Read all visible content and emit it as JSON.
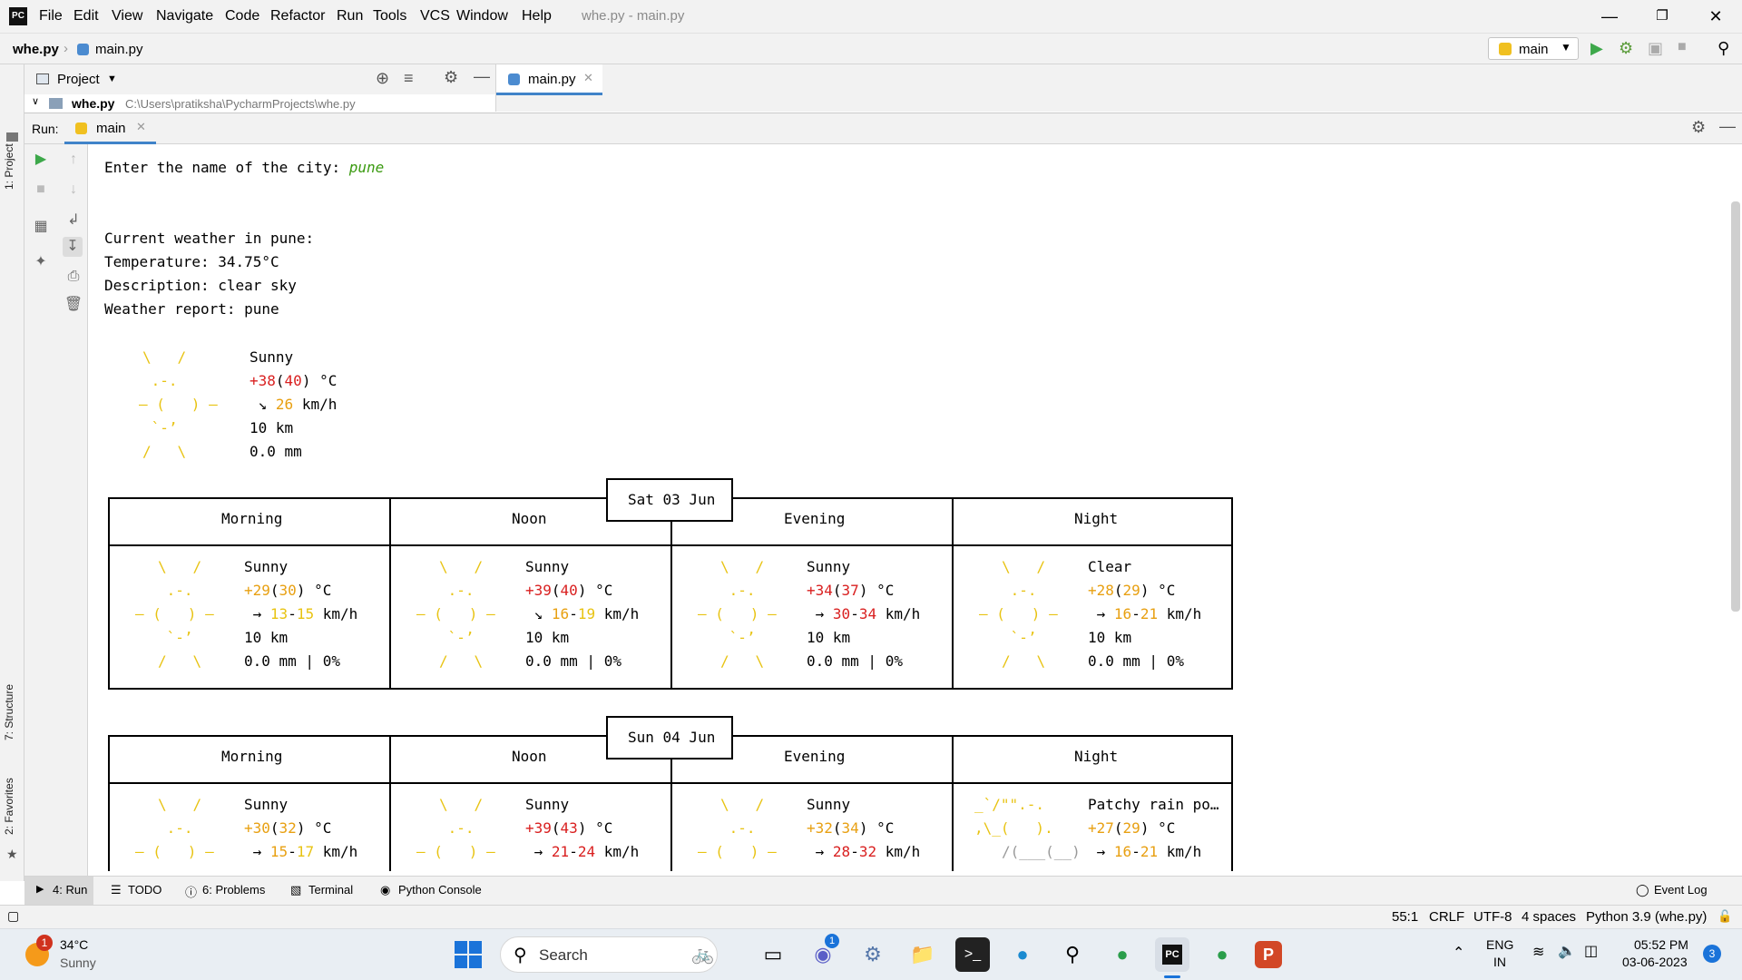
{
  "app": {
    "window_title": "whe.py - main.py"
  },
  "menu": [
    "File",
    "Edit",
    "View",
    "Navigate",
    "Code",
    "Refactor",
    "Run",
    "Tools",
    "VCS",
    "Window",
    "Help"
  ],
  "breadcrumb": {
    "project": "whe.py",
    "file": "main.py"
  },
  "run_config": {
    "name": "main"
  },
  "project_panel": {
    "title": "Project",
    "root_name": "whe.py",
    "root_path": "C:\\Users\\pratiksha\\PycharmProjects\\whe.py"
  },
  "editor_tab": {
    "label": "main.py"
  },
  "run_panel": {
    "label": "Run:",
    "tab": "main"
  },
  "side_tabs": {
    "project": "1: Project",
    "structure": "7: Structure",
    "favorites": "2: Favorites"
  },
  "console": {
    "prompt": "Enter the name of the city: ",
    "input": "pune",
    "current_header": "Current weather in pune:",
    "temperature": "Temperature: 34.75°C",
    "description": "Description: clear sky",
    "report": "Weather report: pune",
    "now": {
      "cond": "Sunny",
      "temp_a": "+38",
      "temp_b": "40",
      "wind_dir": "↘",
      "wind": "26",
      "vis": "10 km",
      "precip": "0.0 mm"
    },
    "days": [
      {
        "date": "Sat 03 Jun",
        "periods": [
          "Morning",
          "Noon",
          "Evening",
          "Night"
        ],
        "cells": [
          {
            "cond": "Sunny",
            "t1": "+29",
            "t2": "30",
            "dir": "→",
            "w1": "13",
            "w2": "15",
            "vis": "10 km",
            "rain": "0.0 mm | 0%"
          },
          {
            "cond": "Sunny",
            "t1": "+39",
            "t2": "40",
            "dir": "↘",
            "w1": "16",
            "w2": "19",
            "vis": "10 km",
            "rain": "0.0 mm | 0%"
          },
          {
            "cond": "Sunny",
            "t1": "+34",
            "t2": "37",
            "dir": "→",
            "w1": "30",
            "w2": "34",
            "vis": "10 km",
            "rain": "0.0 mm | 0%"
          },
          {
            "cond": "Clear",
            "t1": "+28",
            "t2": "29",
            "dir": "→",
            "w1": "16",
            "w2": "21",
            "vis": "10 km",
            "rain": "0.0 mm | 0%"
          }
        ]
      },
      {
        "date": "Sun 04 Jun",
        "periods": [
          "Morning",
          "Noon",
          "Evening",
          "Night"
        ],
        "cells": [
          {
            "cond": "Sunny",
            "t1": "+30",
            "t2": "32",
            "dir": "→",
            "w1": "15",
            "w2": "17"
          },
          {
            "cond": "Sunny",
            "t1": "+39",
            "t2": "43",
            "dir": "→",
            "w1": "21",
            "w2": "24"
          },
          {
            "cond": "Sunny",
            "t1": "+32",
            "t2": "34",
            "dir": "→",
            "w1": "28",
            "w2": "32"
          },
          {
            "cond": "Patchy rain po…",
            "t1": "+27",
            "t2": "29",
            "dir": "→",
            "w1": "16",
            "w2": "21"
          }
        ]
      }
    ]
  },
  "bottom_tabs": [
    "4: Run",
    "TODO",
    "6: Problems",
    "Terminal",
    "Python Console"
  ],
  "event_log": "Event Log",
  "status": {
    "pos": "55:1",
    "eol": "CRLF",
    "enc": "UTF-8",
    "indent": "4 spaces",
    "interp": "Python 3.9 (whe.py)"
  },
  "taskbar": {
    "weather_temp": "34°C",
    "weather_desc": "Sunny",
    "weather_badge": "1",
    "search": "Search",
    "teams_badge": "1",
    "lang1": "ENG",
    "lang2": "IN",
    "time": "05:52 PM",
    "date": "03-06-2023",
    "notif": "3"
  },
  "colors": {
    "accent": "#3574f0",
    "sun": "#e8c312",
    "hot": "#d92020",
    "warm": "#e8a012",
    "input": "#3a9a10"
  }
}
